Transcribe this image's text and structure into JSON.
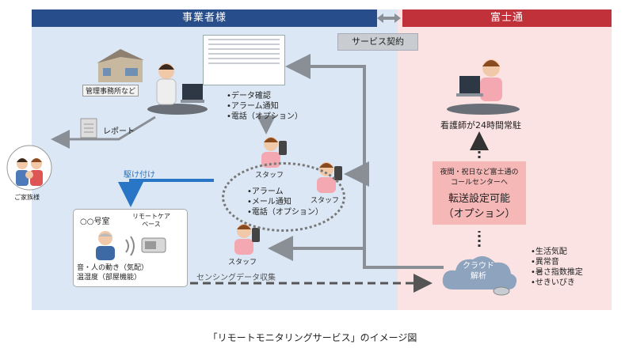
{
  "header": {
    "left_title": "事業者様",
    "right_title": "富士通"
  },
  "contract_label": "サービス契約",
  "management_office": "管理事務所など",
  "report_label": "レポート",
  "family_label": "ご家族様",
  "monitor_bullets": [
    "•データ確認",
    "•アラーム通知",
    "•電話（オプション）"
  ],
  "staff_labels": [
    "スタッフ",
    "スタッフ",
    "スタッフ"
  ],
  "rush_label": "駆け付け",
  "alert_bullets": [
    "•アラーム",
    "•メール通知",
    "•電話（オプション）"
  ],
  "room": {
    "title": "○○号室",
    "device_label_1": "リモートケア",
    "device_label_2": "ベース",
    "sensing_1": "音・人の動き（気配）",
    "sensing_2": "温湿度（部屋機能）"
  },
  "sensing_data": "センシングデータ収集",
  "nurse_label": "看護師が24時間常駐",
  "call_center": {
    "line1": "夜間・祝日など富士通の",
    "line2": "コールセンターへ",
    "line3": "転送設定可能",
    "line4": "（オプション）"
  },
  "cloud": {
    "line1": "クラウド",
    "line2": "解析"
  },
  "analysis_bullets": [
    "•生活気配",
    "•異常音",
    "•暑さ指数推定",
    "•せきいびき"
  ],
  "caption": "「リモートモニタリングサービス」のイメージ図",
  "colors": {
    "left_header": "#274e8a",
    "right_header": "#c1313a",
    "left_bg": "#dbe7f4",
    "right_bg": "#fbe3e3",
    "call_box": "#f6b7b7",
    "rush_arrow": "#2a76c6"
  }
}
